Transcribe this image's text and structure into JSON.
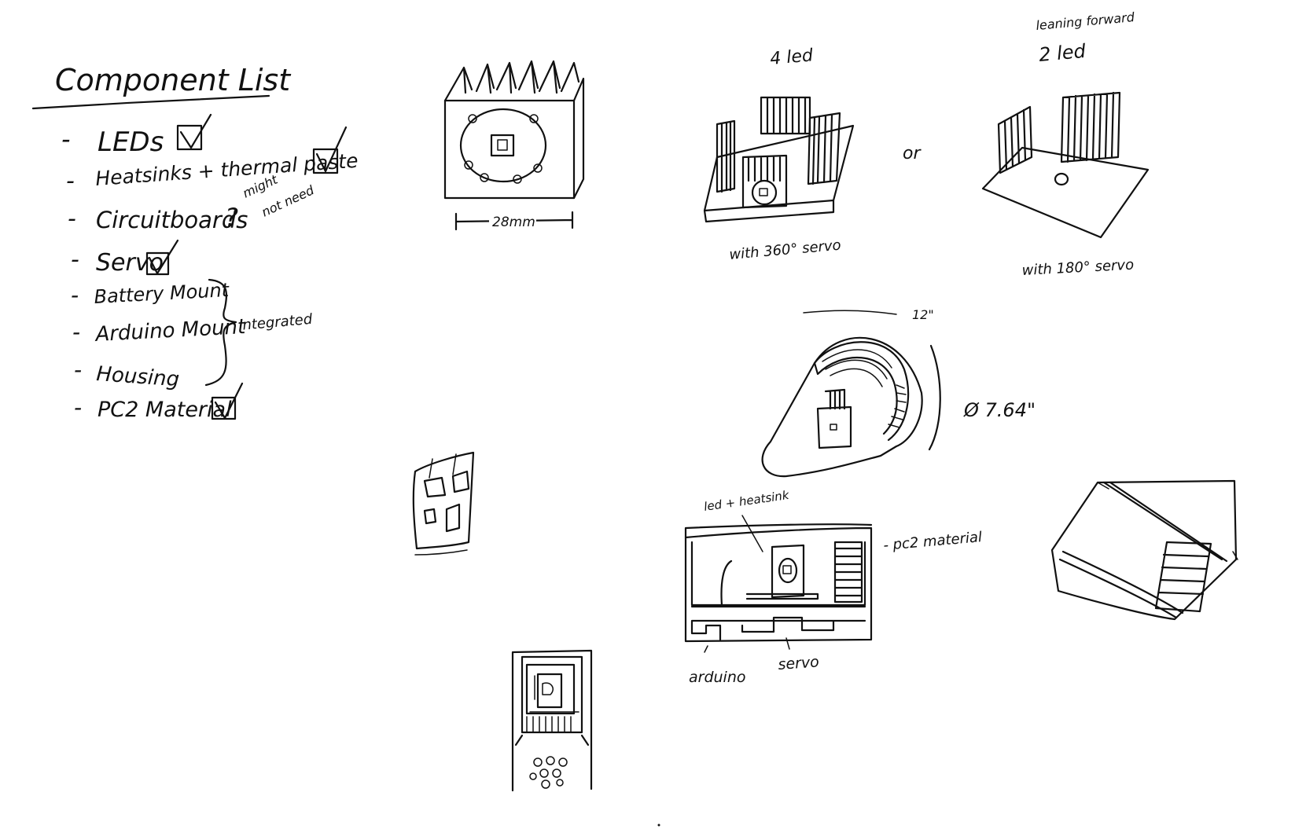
{
  "component_list": {
    "title": "Component List",
    "items": [
      {
        "dash": "-",
        "label": "LEDs",
        "checked": true
      },
      {
        "dash": "-",
        "label": "Heatsinks + thermal paste",
        "checked": true
      },
      {
        "dash": "-",
        "label": "Circuitboards",
        "suffix": "?",
        "note_line1": "might",
        "note_line2": "not need",
        "checked": false
      },
      {
        "dash": "-",
        "label": "Servo",
        "checked": true
      },
      {
        "dash": "-",
        "label": "Battery Mount",
        "checked": false
      },
      {
        "dash": "-",
        "label": "Arduino Mount",
        "checked": false
      },
      {
        "dash": "-",
        "label": "Housing",
        "checked": false
      },
      {
        "dash": "-",
        "label": "PC2 Material",
        "checked": true
      }
    ],
    "brace_label": "integrated",
    "check_glyph": "✓"
  },
  "sketches": {
    "heatsink": {
      "dimension": "28mm"
    },
    "four_led": {
      "title": "4 led",
      "caption": "with 360° servo"
    },
    "connector": "or",
    "two_led": {
      "title_line1": "leaning forward",
      "title_line2": "2 led",
      "caption": "with 180° servo"
    },
    "round_housing": {
      "height": "12\"",
      "diameter": "Ø 7.64\""
    },
    "cross_section": {
      "top_label": "led + heatsink",
      "side_label": "- pc2 material",
      "bottom_left": "arduino",
      "bottom_mid": "servo"
    }
  }
}
